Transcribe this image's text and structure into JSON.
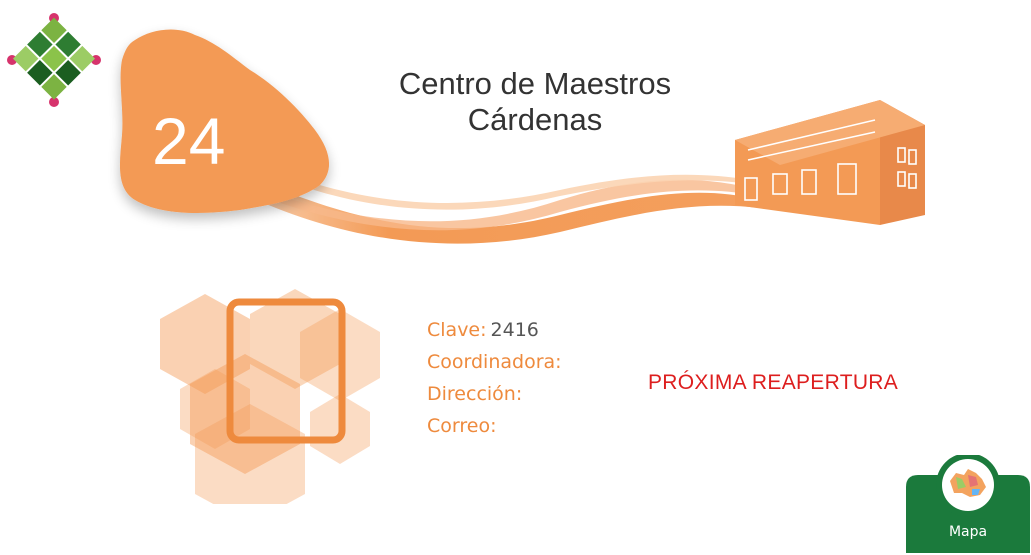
{
  "header": {
    "center_number": "24",
    "title_line1": "Centro de Maestros",
    "title_line2": "Cárdenas"
  },
  "info": {
    "clave_label": "Clave:",
    "clave_value": "2416",
    "coordinadora_label": "Coordinadora:",
    "direccion_label": "Dirección:",
    "correo_label": "Correo:"
  },
  "status": {
    "text": "PRÓXIMA REAPERTURA"
  },
  "map_button": {
    "label": "Mapa"
  },
  "colors": {
    "orange": "#f39a55",
    "orange_dark": "#ee8a3d",
    "green": "#1b7a3c",
    "red": "#dd1e1e",
    "magenta": "#d6336c"
  },
  "icons": {
    "logo": "mosaic-logo-icon",
    "building": "building-icon",
    "document": "document-icon",
    "map": "state-map-icon"
  }
}
